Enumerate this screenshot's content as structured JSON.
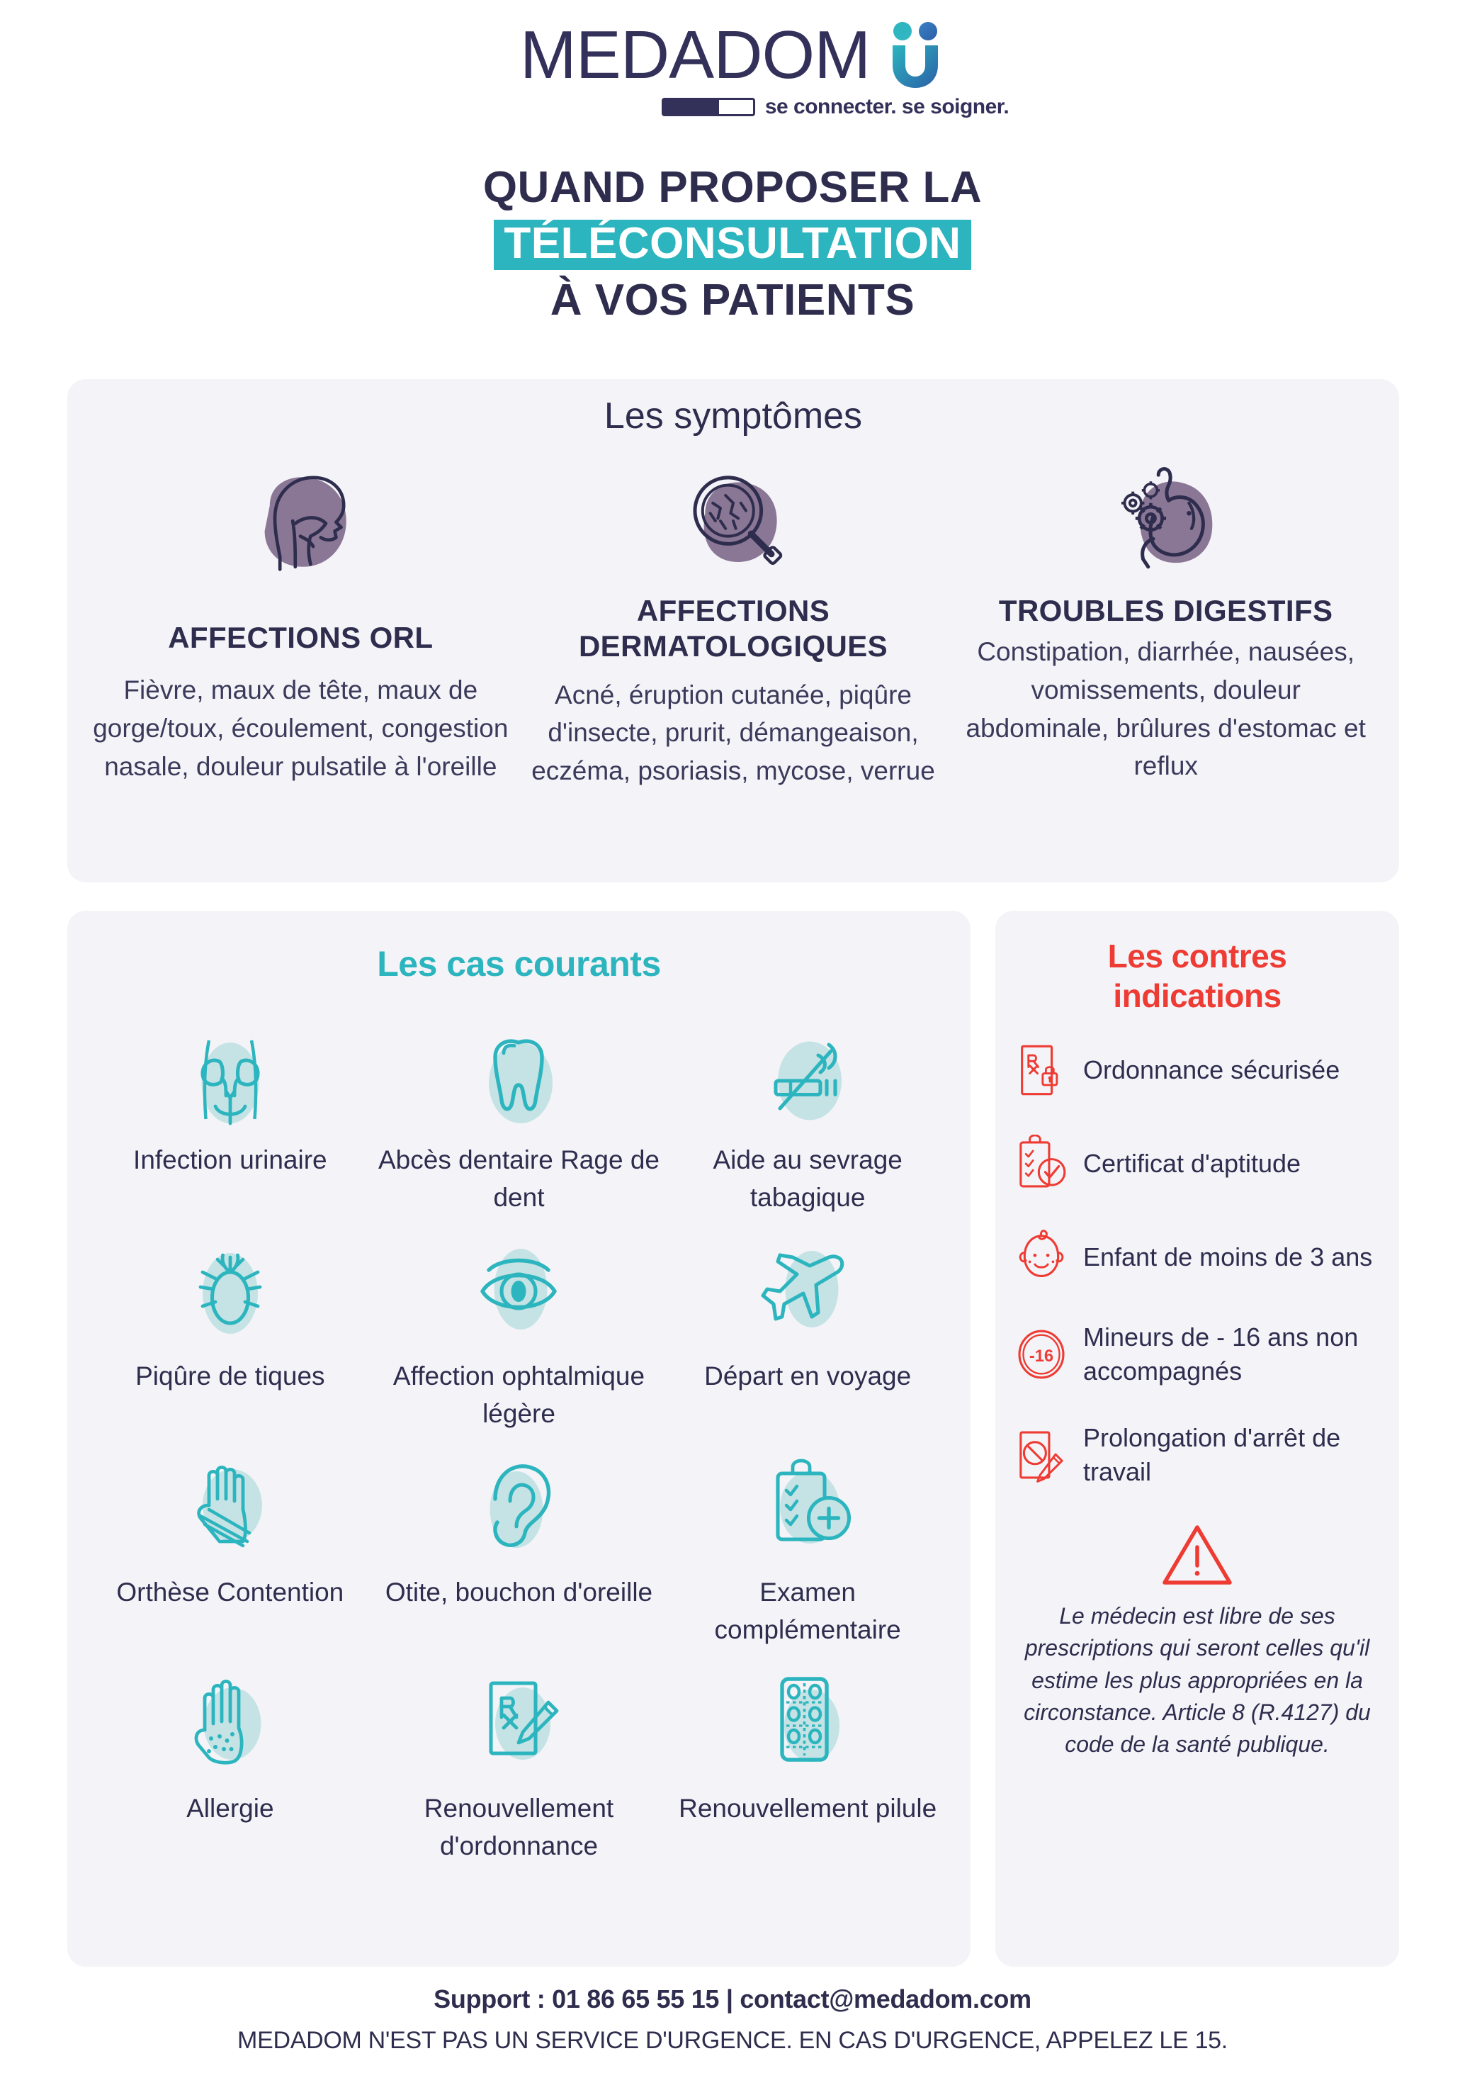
{
  "brand": {
    "name": "MEDADOM",
    "tagline": "se connecter. se soigner.",
    "logo_icon": "medadom-u-umlaut-icon",
    "colors": {
      "navy": "#2F2D4E",
      "teal": "#2CB5BE",
      "teal_pale": "#C5E3E5",
      "red": "#EE3B33",
      "purple": "#8A7795",
      "panel_bg": "#F4F4F8"
    }
  },
  "headline": {
    "line1": "QUAND PROPOSER LA",
    "line2_highlight": "TÉLÉCONSULTATION",
    "line3": "À VOS PATIENTS"
  },
  "symptomes": {
    "title": "Les symptômes",
    "columns": [
      {
        "icon": "head-throat-icon",
        "title": "AFFECTIONS ORL",
        "description": "Fièvre, maux de tête, maux de gorge/toux, écoulement, congestion nasale, douleur pulsatile à l'oreille"
      },
      {
        "icon": "magnifier-skin-icon",
        "title": "AFFECTIONS DERMATOLOGIQUES",
        "description": "Acné, éruption cutanée, piqûre d'insecte, prurit, démangeaison, eczéma, psoriasis, mycose, verrue"
      },
      {
        "icon": "stomach-gears-icon",
        "title": "TROUBLES DIGESTIFS",
        "description": "Constipation, diarrhée, nausées, vomissements, douleur abdominale, brûlures d'estomac et reflux"
      }
    ]
  },
  "cas_courants": {
    "title": "Les cas courants",
    "items": [
      {
        "icon": "kidneys-icon",
        "label": "Infection urinaire"
      },
      {
        "icon": "tooth-icon",
        "label": "Abcès dentaire Rage de dent"
      },
      {
        "icon": "no-smoking-icon",
        "label": "Aide au sevrage tabagique"
      },
      {
        "icon": "tick-icon",
        "label": "Piqûre de tiques"
      },
      {
        "icon": "eye-icon",
        "label": "Affection ophtalmique légère"
      },
      {
        "icon": "airplane-icon",
        "label": "Départ en voyage"
      },
      {
        "icon": "wrist-brace-icon",
        "label": "Orthèse Contention"
      },
      {
        "icon": "ear-icon",
        "label": "Otite, bouchon d'oreille"
      },
      {
        "icon": "clipboard-plus-icon",
        "label": "Examen complémentaire"
      },
      {
        "icon": "allergy-hand-icon",
        "label": "Allergie"
      },
      {
        "icon": "prescription-pen-icon",
        "label": "Renouvellement d'ordonnance"
      },
      {
        "icon": "pill-blister-icon",
        "label": "Renouvellement pilule"
      }
    ]
  },
  "contres_indications": {
    "title_line1": "Les contres",
    "title_line2": "indications",
    "items": [
      {
        "icon": "secure-prescription-icon",
        "label": "Ordonnance sécurisée"
      },
      {
        "icon": "clipboard-check-icon",
        "label": "Certificat d'aptitude"
      },
      {
        "icon": "baby-face-icon",
        "label": "Enfant de moins de 3 ans"
      },
      {
        "icon": "minus-16-circle-icon",
        "label": "Mineurs de - 16 ans non accompagnés"
      },
      {
        "icon": "no-sick-leave-icon",
        "label": "Prolongation d'arrêt de travail"
      }
    ],
    "warning_icon": "warning-triangle-icon",
    "warning_text": "Le médecin est libre de ses prescriptions qui seront celles qu'il estime les plus appropriées en la circonstance. Article 8 (R.4127) du code de la santé publique."
  },
  "footer": {
    "support": "Support : 01 86 65 55 15 | contact@medadom.com",
    "urgence": "MEDADOM N'EST PAS UN SERVICE D'URGENCE. EN CAS D'URGENCE, APPELEZ LE 15."
  }
}
